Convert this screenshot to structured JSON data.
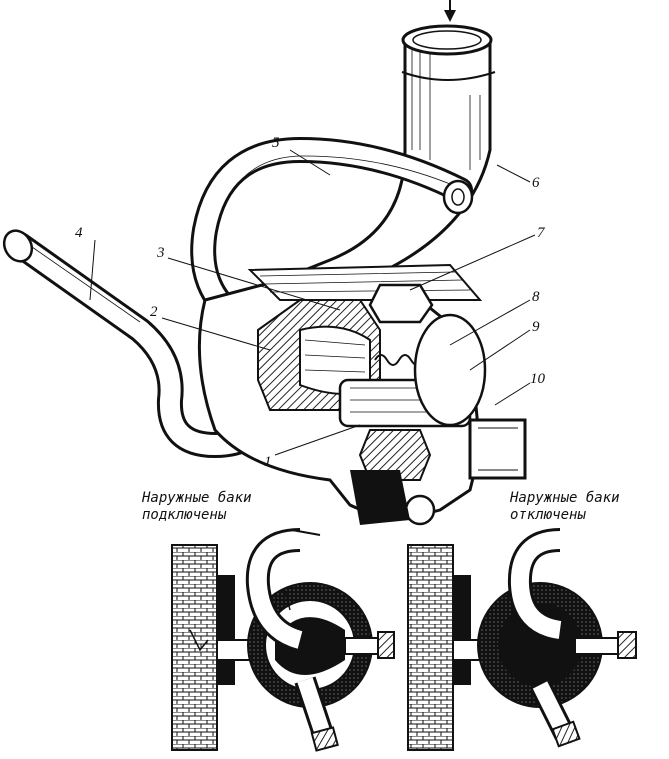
{
  "callouts": [
    "1",
    "2",
    "3",
    "4",
    "5",
    "6",
    "7",
    "8",
    "9",
    "10"
  ],
  "captions": {
    "left": {
      "line1": "Наружные баки",
      "line2": "подключены"
    },
    "right": {
      "line1": "Наружные баки",
      "line2": "отключены"
    }
  },
  "colors": {
    "ink": "#111111",
    "paper": "#ffffff",
    "hatch": "#3a3a3a"
  }
}
